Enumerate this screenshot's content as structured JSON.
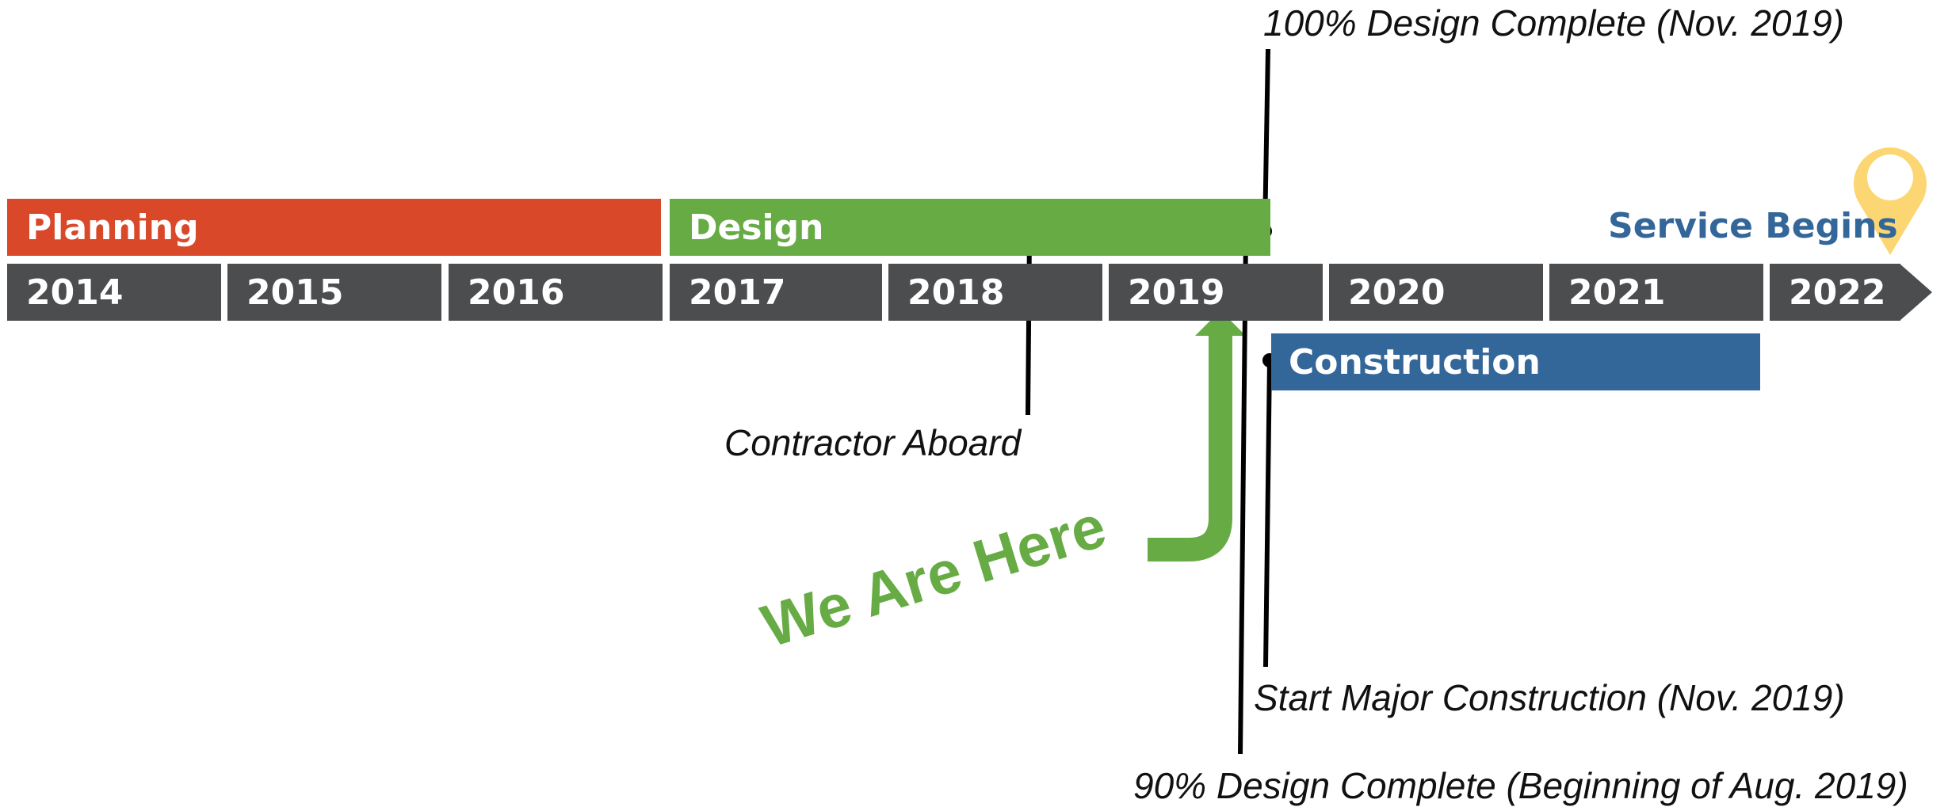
{
  "phases": {
    "planning": "Planning",
    "design": "Design",
    "construction": "Construction"
  },
  "years": [
    "2014",
    "2015",
    "2016",
    "2017",
    "2018",
    "2019",
    "2020",
    "2021",
    "2022"
  ],
  "milestones": {
    "design_100": "100% Design Complete (Nov. 2019)",
    "contractor": "Contractor Aboard",
    "start_construction": "Start Major Construction (Nov. 2019)",
    "design_90": "90% Design Complete (Beginning of Aug. 2019)",
    "service": "Service Begins"
  },
  "we_are_here": "We Are Here",
  "colors": {
    "planning": "#d94829",
    "design": "#67ab45",
    "construction": "#336699",
    "year": "#4c4d4f",
    "pin": "#fcd672"
  }
}
